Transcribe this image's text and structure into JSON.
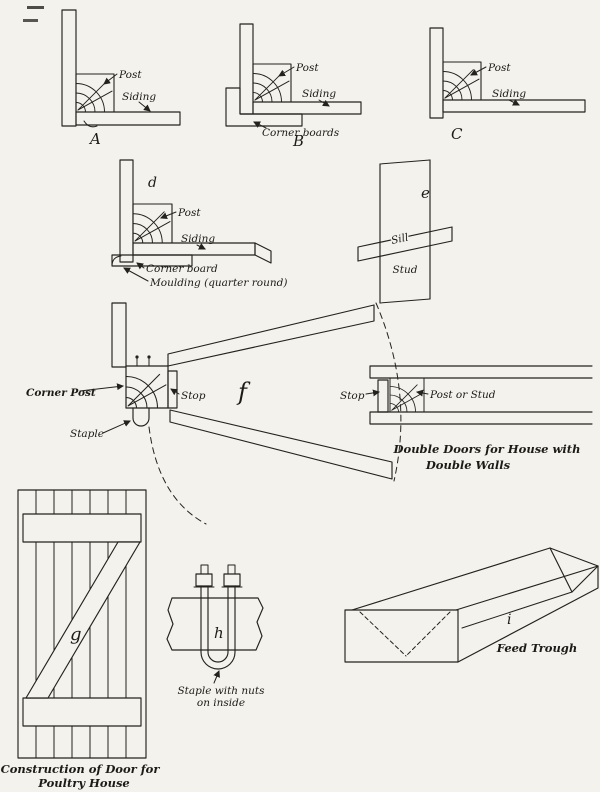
{
  "page": {
    "background": "#f4f2ec",
    "ink": "#24221e"
  },
  "panels": {
    "a": {
      "letter": "A",
      "labels": {
        "post": "Post",
        "siding": "Siding"
      }
    },
    "b": {
      "letter": "B",
      "labels": {
        "post": "Post",
        "siding": "Siding",
        "corner_boards": "Corner boards"
      }
    },
    "c": {
      "letter": "C",
      "labels": {
        "post": "Post",
        "siding": "Siding"
      }
    },
    "d": {
      "letter": "d",
      "labels": {
        "post": "Post",
        "siding": "Siding",
        "corner_board": "Corner board",
        "moulding": "Moulding (quarter round)"
      }
    },
    "e": {
      "letter": "e",
      "labels": {
        "sill": "Sill",
        "stud": "Stud"
      }
    },
    "f": {
      "letter": "f",
      "labels": {
        "corner_post": "Corner Post",
        "stop_left": "Stop",
        "staple": "Staple",
        "stop_right": "Stop",
        "post_or_stud": "Post or Stud"
      },
      "caption1": "Double Doors for House with",
      "caption2": "Double Walls"
    },
    "g": {
      "letter": "g",
      "caption1": "Construction of Door for",
      "caption2": "Poultry House"
    },
    "h": {
      "letter": "h",
      "caption1": "Staple with nuts",
      "caption2": "on inside"
    },
    "i": {
      "letter": "i",
      "caption": "Feed Trough"
    }
  }
}
